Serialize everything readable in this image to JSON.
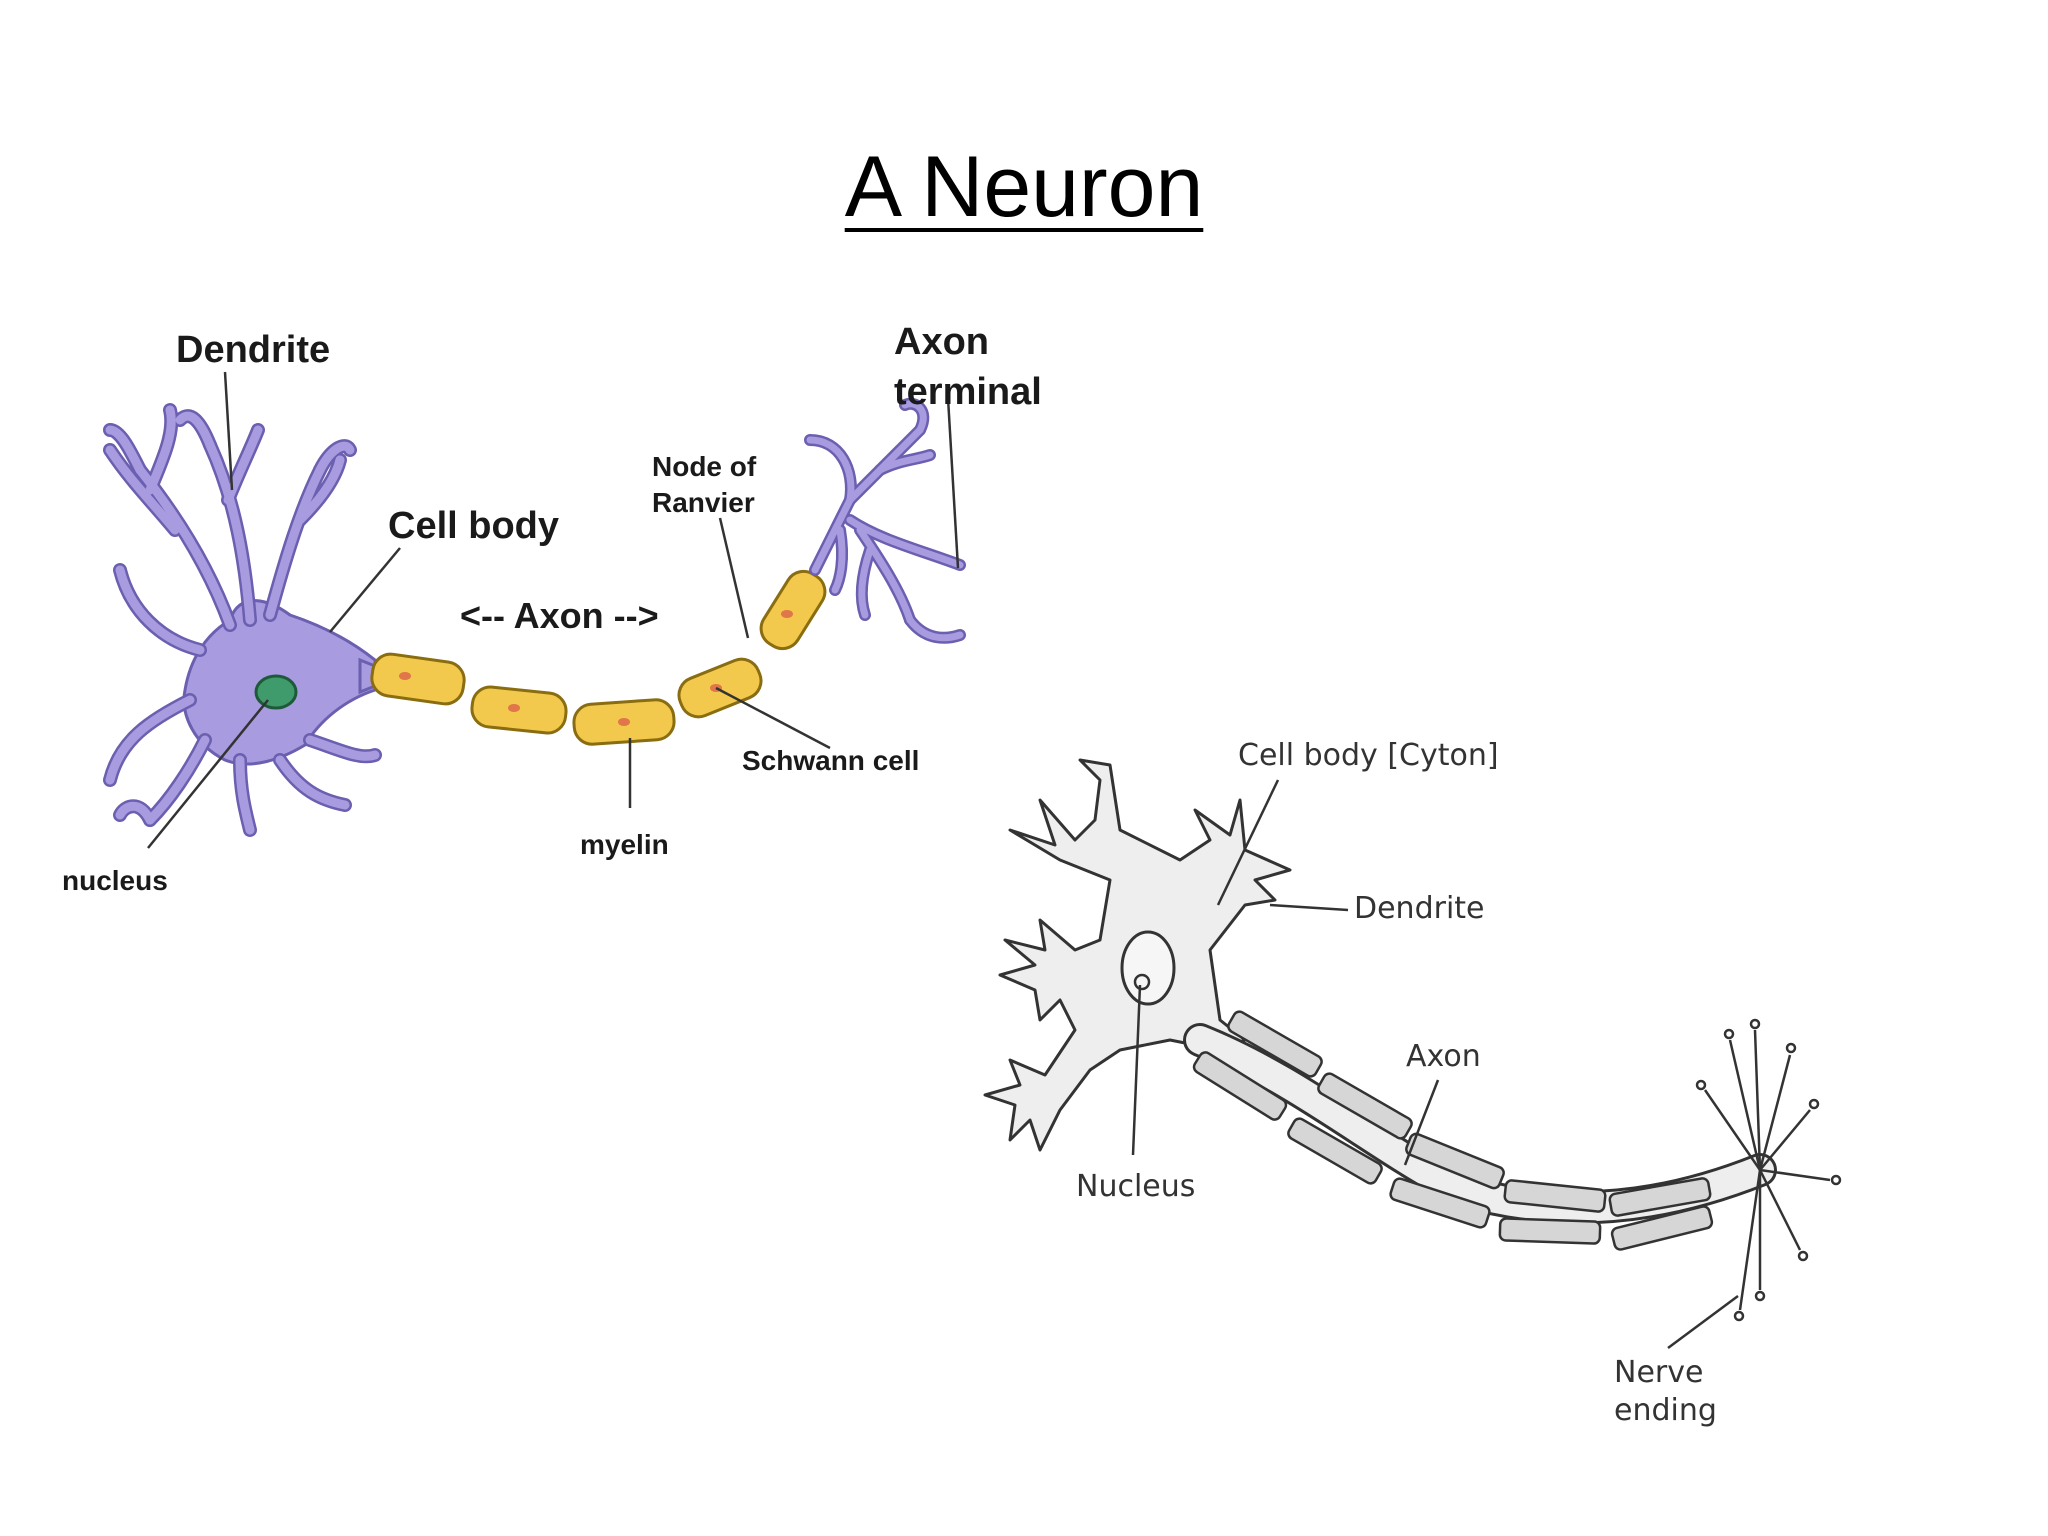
{
  "title": "A Neuron",
  "diagram1": {
    "labels": {
      "dendrite": "Dendrite",
      "cell_body": "Cell body",
      "axon": "<-- Axon -->",
      "node_line1": "Node of",
      "node_line2": "Ranvier",
      "terminal_line1": "Axon",
      "terminal_line2": "terminal",
      "schwann": "Schwann cell",
      "myelin": "myelin",
      "nucleus": "nucleus"
    },
    "colors": {
      "cell": "#a89be0",
      "cell_outline": "#6b5fb0",
      "myelin": "#f2c94c",
      "myelin_outline": "#8a6d10",
      "nucleus": "#3f9b6b",
      "myelin_dot": "#e0764a"
    }
  },
  "diagram2": {
    "labels": {
      "cell_body": "Cell body [Cyton]",
      "dendrite": "Dendrite",
      "axon": "Axon",
      "nucleus": "Nucleus",
      "nerve_line1": "Nerve",
      "nerve_line2": "ending"
    },
    "colors": {
      "cell": "#eeeeee",
      "outline": "#333333",
      "sheath": "#d6d6d6"
    }
  }
}
